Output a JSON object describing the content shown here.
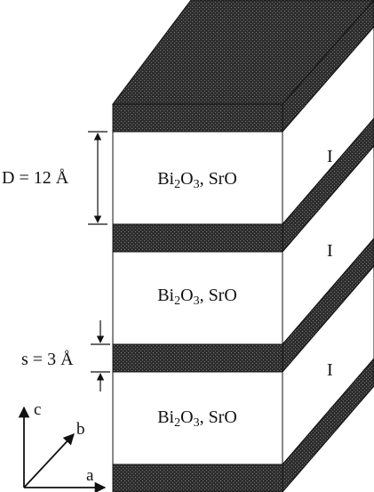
{
  "diagram": {
    "layers": [
      {
        "label_main": "Bi",
        "label_sub1": "2",
        "label_mid": "O",
        "label_sub2": "3",
        "label_rest": ", SrO",
        "right_label": "I"
      },
      {
        "label_main": "Bi",
        "label_sub1": "2",
        "label_mid": "O",
        "label_sub2": "3",
        "label_rest": ", SrO",
        "right_label": "I"
      },
      {
        "label_main": "Bi",
        "label_sub1": "2",
        "label_mid": "O",
        "label_sub2": "3",
        "label_rest": ", SrO",
        "right_label": "I"
      }
    ],
    "dimension_D": "D = 12 Å",
    "dimension_s": "s = 3 Å",
    "axes": {
      "c": "c",
      "b": "b",
      "a": "a"
    }
  },
  "colors": {
    "dark_layer": "#2e2e2e",
    "line": "#111111",
    "background": "#ffffff"
  }
}
